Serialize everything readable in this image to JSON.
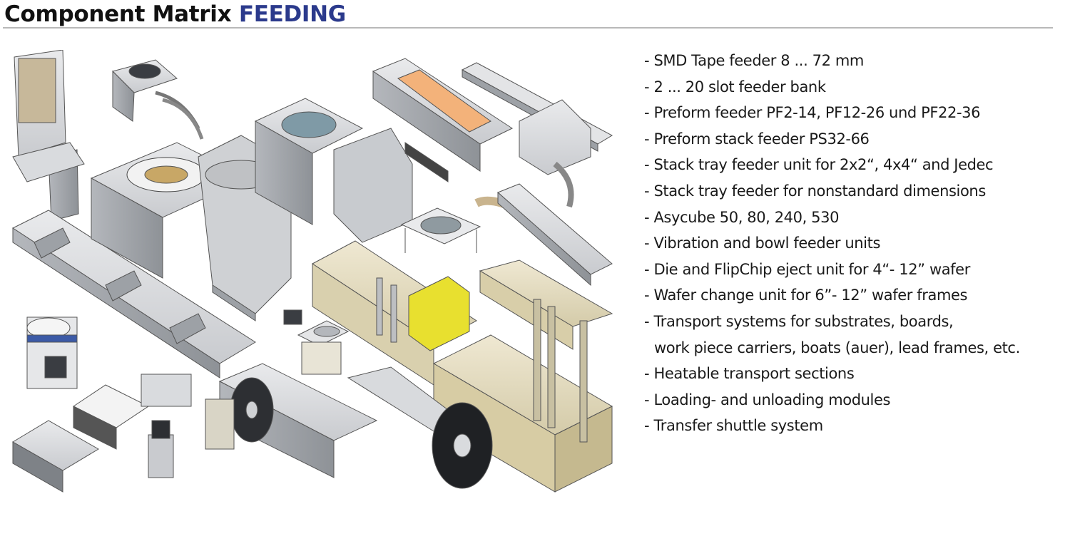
{
  "page": {
    "title_main": "Component Matrix ",
    "title_accent": "FEEDING",
    "accent_color": "#2b3a8c"
  },
  "illustration": {
    "description_icon": "machine-modules-illustration"
  },
  "features": [
    "- SMD Tape feeder 8 ... 72 mm",
    "- 2 ... 20 slot feeder bank",
    "- Preform feeder PF2-14, PF12-26 und PF22-36",
    "- Preform stack feeder PS32-66",
    "- Stack tray feeder unit for 2x2“, 4x4“ and Jedec",
    "- Stack tray feeder for nonstandard dimensions",
    "- Asycube 50, 80, 240, 530",
    "- Vibration and bowl feeder units",
    "- Die and FlipChip eject unit for 4“- 12” wafer",
    "- Wafer change unit for 6”- 12” wafer frames",
    "- Transport systems for substrates, boards,",
    "work piece carriers, boats (auer), lead frames, etc.",
    "- Heatable transport sections",
    "- Loading- and unloading modules",
    "- Transfer shuttle system"
  ]
}
